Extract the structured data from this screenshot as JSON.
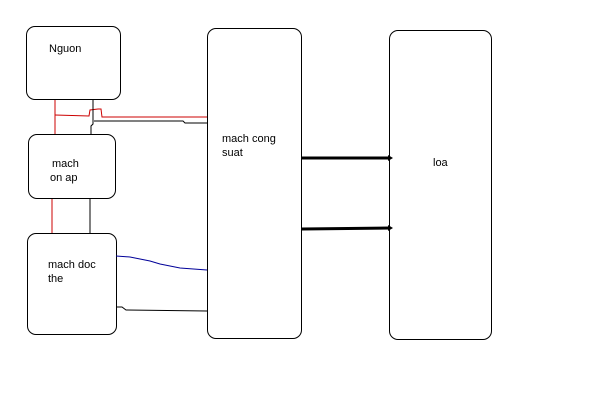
{
  "blocks": {
    "nguon": "Nguon",
    "mach_on_ap": [
      "mach",
      "on ap"
    ],
    "mach_doc_the": [
      "mach doc",
      "the"
    ],
    "mach_cong_suat": [
      "mach cong",
      "suat"
    ],
    "loa": "loa"
  },
  "colors": {
    "power": "#cc0000",
    "ground": "#000000",
    "signal": "#000099"
  }
}
